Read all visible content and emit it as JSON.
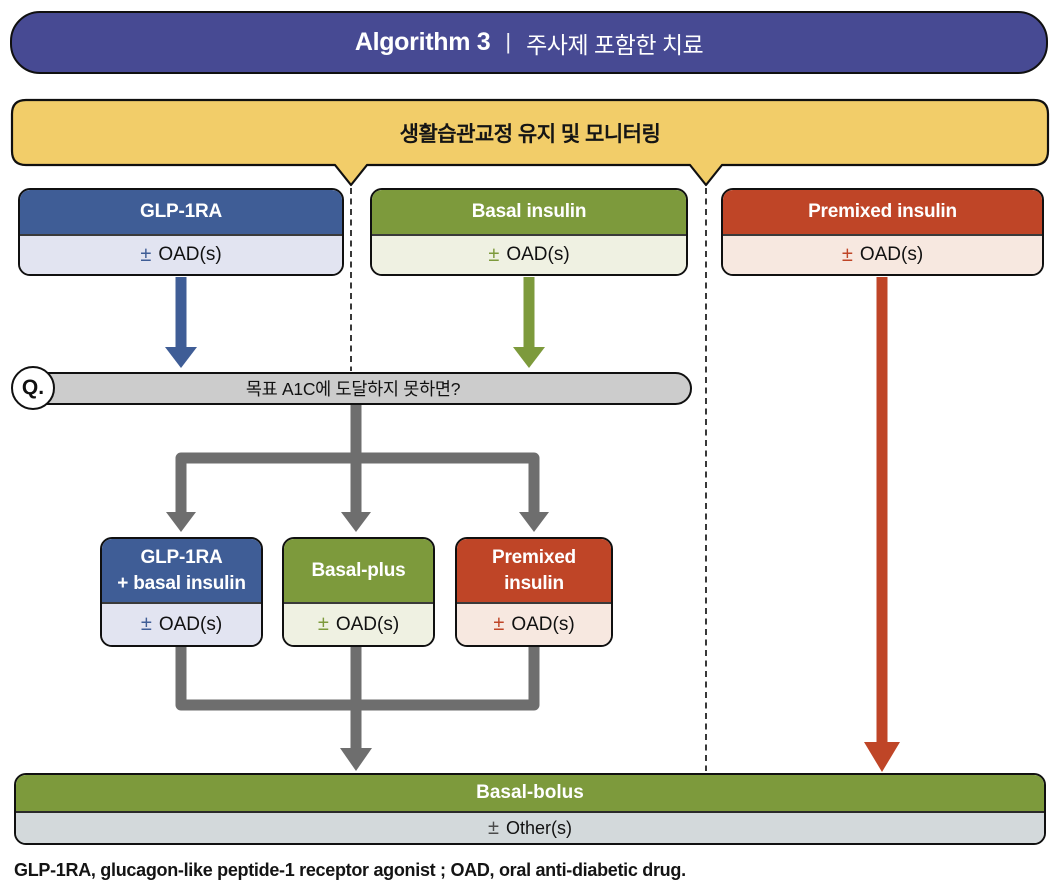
{
  "title": {
    "label": "Algorithm 3",
    "separator": "|",
    "subtitle": "주사제 포함한 치료"
  },
  "lifestyle_banner": {
    "text": "생활습관교정 유지 및 모니터링"
  },
  "top_row": {
    "boxes": [
      {
        "title": "GLP-1RA",
        "pm": "±",
        "oad": "OAD(s)",
        "color": "#3f5d96"
      },
      {
        "title": "Basal insulin",
        "pm": "±",
        "oad": "OAD(s)",
        "color": "#7d9a3c"
      },
      {
        "title": "Premixed insulin",
        "pm": "±",
        "oad": "OAD(s)",
        "color": "#bf4527"
      }
    ]
  },
  "question": {
    "badge": "Q.",
    "text": "목표 A1C에 도달하지 못하면?"
  },
  "middle_row": {
    "boxes": [
      {
        "title": "GLP-1RA\n+ basal insulin",
        "pm": "±",
        "oad": "OAD(s)",
        "color": "#3f5d96"
      },
      {
        "title": "Basal-plus",
        "pm": "±",
        "oad": "OAD(s)",
        "color": "#7d9a3c"
      },
      {
        "title": "Premixed\ninsulin",
        "pm": "±",
        "oad": "OAD(s)",
        "color": "#bf4527"
      }
    ]
  },
  "result": {
    "title": "Basal-bolus",
    "pm": "±",
    "other": "Other(s)"
  },
  "footnote": "GLP-1RA, glucagon-like peptide-1 receptor agonist ; OAD, oral anti-diabetic drug.",
  "colors": {
    "title_bar_bg": "#474a93",
    "banner_bg": "#f2cd69",
    "blue_header": "#3f5d96",
    "blue_body": "#e2e4f1",
    "green_header": "#7d9a3c",
    "green_body": "#eff1e2",
    "red_header": "#bf4527",
    "red_body": "#f7e8e0",
    "question_bar_bg": "#cccccc",
    "connector_gray": "#6e6e6e",
    "result_body_bg": "#d3d9db",
    "outline": "#111111"
  }
}
